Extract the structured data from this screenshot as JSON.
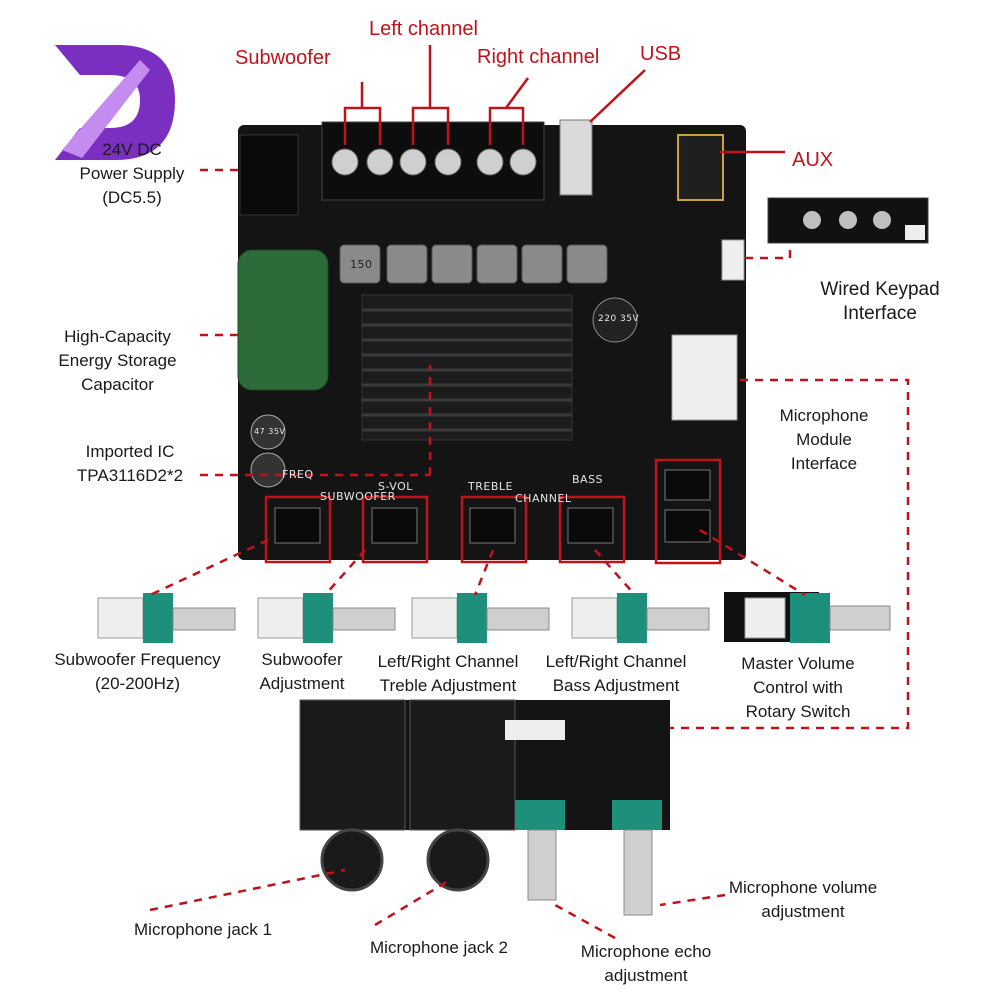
{
  "brand": {
    "logo_letter": "D",
    "colors": {
      "logo_dark": "#3b0a6e",
      "logo_light": "#a14bd8"
    }
  },
  "colors": {
    "callout": "#c0121b",
    "board": "#141414",
    "heatsink": "#1c1c1c",
    "capacitor": "#2d6b3a",
    "pot_teal": "#1e8f7a"
  },
  "top_labels": {
    "subwoofer": "Subwoofer",
    "left_channel": "Left channel",
    "right_channel": "Right channel",
    "usb": "USB",
    "aux": "AUX"
  },
  "left_labels": {
    "power": [
      "24V DC",
      "Power Supply",
      "(DC5.5)"
    ],
    "capacitor": [
      "High-Capacity",
      "Energy Storage",
      "Capacitor"
    ],
    "ic": [
      "Imported IC",
      "TPA3116D2*2"
    ]
  },
  "right_labels": {
    "keypad": [
      "Wired Keypad",
      "Interface"
    ],
    "mic_module": [
      "Microphone",
      "Module",
      "Interface"
    ]
  },
  "pot_labels": {
    "sub_freq": [
      "Subwoofer Frequency",
      "(20-200Hz)"
    ],
    "sub_adj": [
      "Subwoofer",
      "Adjustment"
    ],
    "treble": [
      "Left/Right Channel",
      "Treble Adjustment"
    ],
    "bass": [
      "Left/Right Channel",
      "Bass Adjustment"
    ],
    "master": [
      "Master Volume",
      "Control with",
      "Rotary Switch"
    ]
  },
  "mic_labels": {
    "jack1": "Microphone jack 1",
    "jack2": "Microphone jack 2",
    "echo": [
      "Microphone echo",
      "adjustment"
    ],
    "volume": [
      "Microphone volume",
      "adjustment"
    ]
  },
  "board_text": {
    "freq": "FREQ",
    "svol": "S-VOL",
    "treble": "TREBLE",
    "bass": "BASS",
    "subwoofer": "SUBWOOFER",
    "channel": "CHANNEL",
    "inductor": "150",
    "cap_big": "220 35V",
    "cap_small": "47 35V"
  }
}
